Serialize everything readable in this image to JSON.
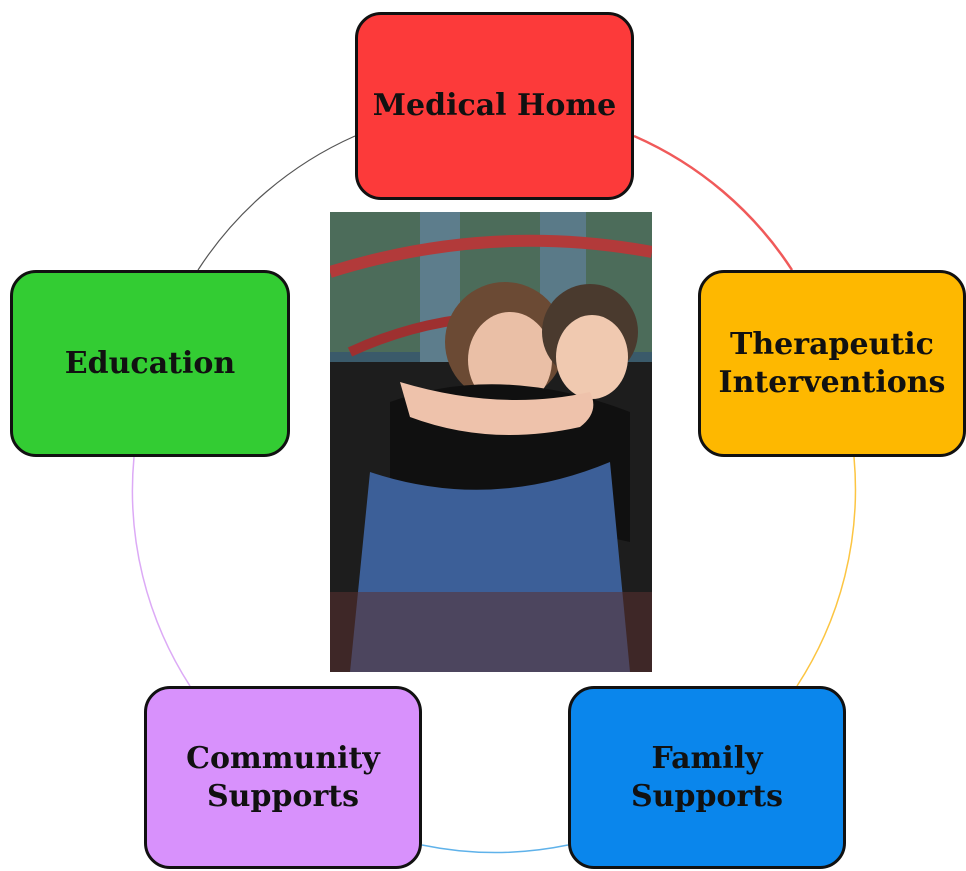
{
  "diagram": {
    "type": "cycle",
    "nodes": [
      {
        "id": "medical-home",
        "label": "Medical Home",
        "color": "#fc3a3a",
        "arc_color": "#f05a5a"
      },
      {
        "id": "therapeutic-interventions",
        "label": "Therapeutic\nInterventions",
        "color": "#feb800",
        "arc_color": "#fcc542"
      },
      {
        "id": "family-supports",
        "label": "Family\nSupports",
        "color": "#0a86ec",
        "arc_color": "#5fb2ea"
      },
      {
        "id": "community-supports",
        "label": "Community\nSupports",
        "color": "#d891fc",
        "arc_color": "#dcaaf6"
      },
      {
        "id": "education",
        "label": "Education",
        "color": "#33cc33",
        "arc_color": "#555555"
      }
    ]
  },
  "photo": {
    "description_icon": "photo-of-woman-hugging-child"
  }
}
